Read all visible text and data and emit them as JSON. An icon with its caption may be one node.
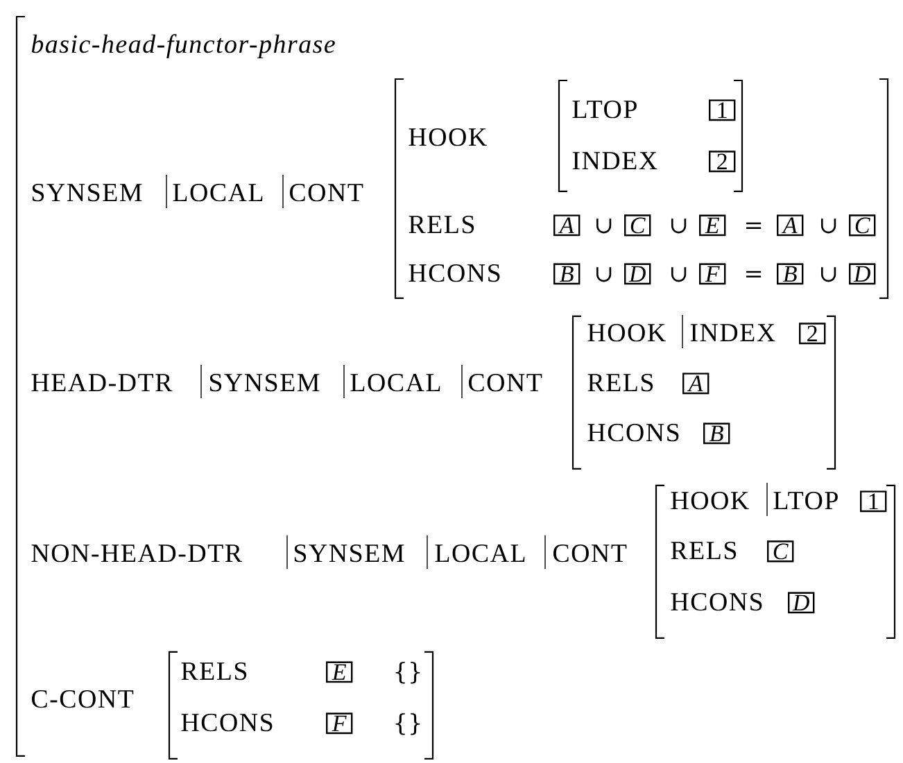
{
  "diagram": {
    "labels": [
      "basic-head-functor-phrase",
      "SYNSEM",
      "LOCAL",
      "CONT",
      "HOOK",
      "LTOP",
      "1",
      "INDEX",
      "2",
      "RELS",
      "A",
      "∪",
      "C",
      "∪",
      "E",
      "=",
      "A",
      "∪",
      "C",
      "HCONS",
      "B",
      "∪",
      "D",
      "∪",
      "F",
      "=",
      "B",
      "∪",
      "D",
      "HEAD-DTR",
      "SYNSEM",
      "LOCAL",
      "CONT",
      "HOOK",
      "INDEX",
      "2",
      "RELS",
      "A",
      "HCONS",
      "B",
      "NON-HEAD-DTR",
      "SYNSEM",
      "LOCAL",
      "CONT",
      "HOOK",
      "LTOP",
      "1",
      "RELS",
      "C",
      "HCONS",
      "D",
      "C-CONT",
      "RELS",
      "E",
      "{}",
      "HCONS",
      "F",
      "{}"
    ]
  }
}
